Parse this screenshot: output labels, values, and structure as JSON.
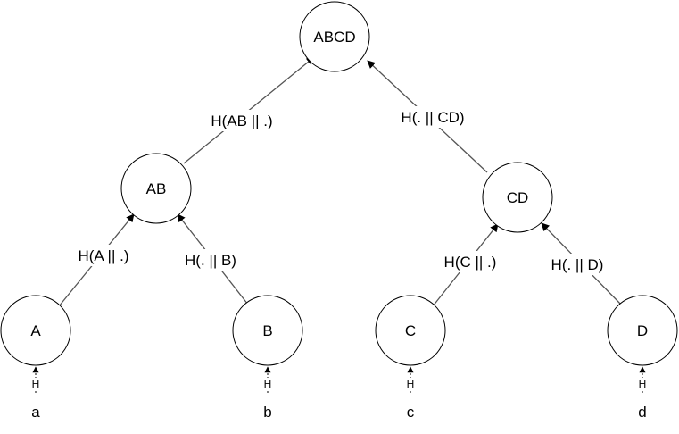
{
  "nodes": {
    "abcd": "ABCD",
    "ab": "AB",
    "cd": "CD",
    "a": "A",
    "b": "B",
    "c": "C",
    "d": "D"
  },
  "edges": {
    "ab_to_abcd": "H(AB || .)",
    "cd_to_abcd": "H(. || CD)",
    "a_to_ab": "H(A || .)",
    "b_to_ab": "H(. || B)",
    "c_to_cd": "H(C || .)",
    "d_to_cd": "H(. || D)"
  },
  "leaf_hash_label": "H",
  "inputs": {
    "a": "a",
    "b": "b",
    "c": "c",
    "d": "d"
  }
}
